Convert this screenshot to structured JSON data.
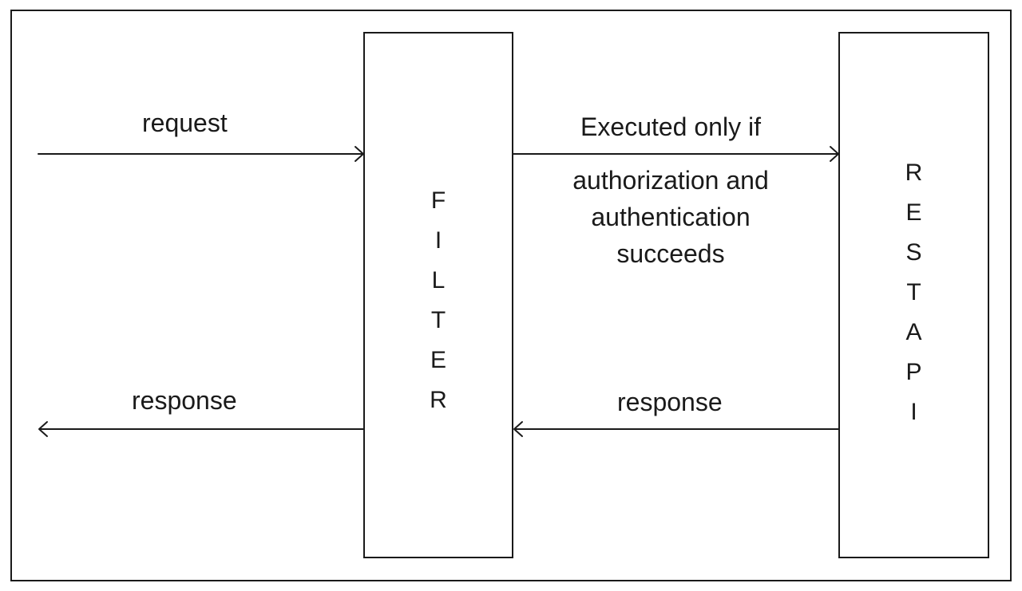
{
  "filter": {
    "letters": [
      "F",
      "I",
      "L",
      "T",
      "E",
      "R"
    ]
  },
  "rest_api": {
    "letters": [
      "R",
      "E",
      "S",
      "T",
      "A",
      "P",
      "I"
    ]
  },
  "arrows": {
    "request_label": "request",
    "response_left_label": "response",
    "response_right_label": "response",
    "condition_line1": "Executed only if",
    "condition_line2": "authorization and",
    "condition_line3": "authentication",
    "condition_line4": "succeeds"
  },
  "colors": {
    "stroke": "#1a1a1a",
    "background": "#ffffff"
  }
}
